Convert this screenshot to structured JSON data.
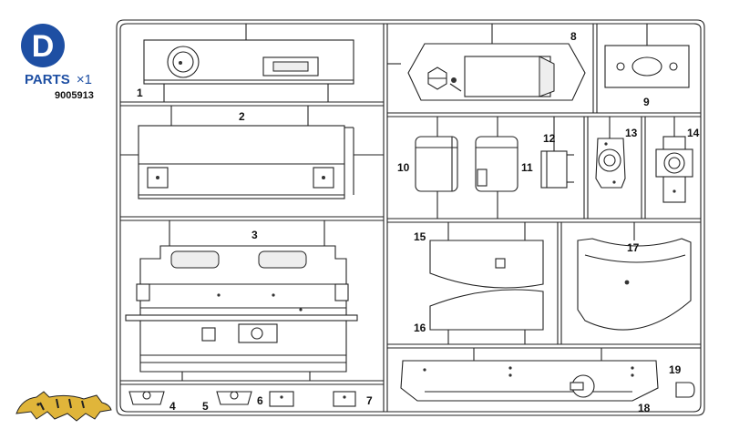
{
  "sheet": {
    "letter": "D",
    "parts_label": "PARTS",
    "quantity": "×1",
    "part_number": "9005913",
    "accent_color": "#1e4fa3",
    "logo": "tiger-emblem"
  },
  "parts": [
    {
      "id": "1",
      "label": "1"
    },
    {
      "id": "2",
      "label": "2"
    },
    {
      "id": "3",
      "label": "3"
    },
    {
      "id": "4",
      "label": "4"
    },
    {
      "id": "5",
      "label": "5"
    },
    {
      "id": "6",
      "label": "6"
    },
    {
      "id": "7",
      "label": "7"
    },
    {
      "id": "8",
      "label": "8"
    },
    {
      "id": "9",
      "label": "9"
    },
    {
      "id": "10",
      "label": "10"
    },
    {
      "id": "11",
      "label": "11"
    },
    {
      "id": "12",
      "label": "12"
    },
    {
      "id": "13",
      "label": "13"
    },
    {
      "id": "14",
      "label": "14"
    },
    {
      "id": "15",
      "label": "15"
    },
    {
      "id": "16",
      "label": "16"
    },
    {
      "id": "17",
      "label": "17"
    },
    {
      "id": "18",
      "label": "18"
    },
    {
      "id": "19",
      "label": "19"
    }
  ]
}
